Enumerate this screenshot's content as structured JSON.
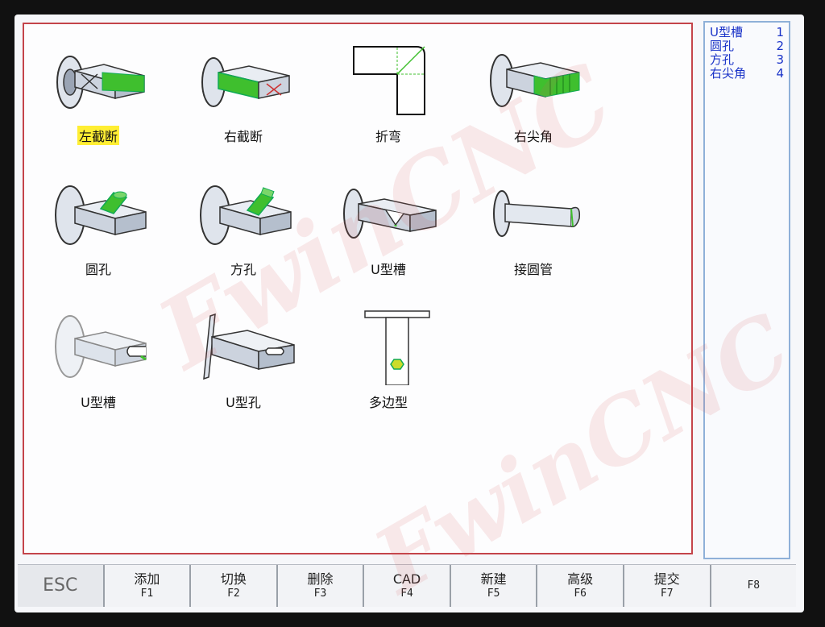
{
  "tools": [
    {
      "id": "left-cutoff",
      "label": "左截断",
      "selected": true,
      "icon": "left-cutoff-icon"
    },
    {
      "id": "right-cutoff",
      "label": "右截断",
      "selected": false,
      "icon": "right-cutoff-icon"
    },
    {
      "id": "bend",
      "label": "折弯",
      "selected": false,
      "icon": "bend-icon"
    },
    {
      "id": "right-sharp",
      "label": "右尖角",
      "selected": false,
      "icon": "right-sharp-corner-icon"
    },
    {
      "id": "round-hole",
      "label": "圆孔",
      "selected": false,
      "icon": "round-hole-icon"
    },
    {
      "id": "square-hole",
      "label": "方孔",
      "selected": false,
      "icon": "square-hole-icon"
    },
    {
      "id": "u-slot-1",
      "label": "U型槽",
      "selected": false,
      "icon": "u-slot-icon"
    },
    {
      "id": "round-pipe-joint",
      "label": "接圆管",
      "selected": false,
      "icon": "round-pipe-joint-icon"
    },
    {
      "id": "u-slot-2",
      "label": "U型槽",
      "selected": false,
      "icon": "u-slot-end-icon"
    },
    {
      "id": "u-hole",
      "label": "U型孔",
      "selected": false,
      "icon": "u-hole-icon"
    },
    {
      "id": "polygon",
      "label": "多边型",
      "selected": false,
      "icon": "polygon-icon"
    }
  ],
  "side_list": [
    {
      "name": "U型槽",
      "index": "1"
    },
    {
      "name": "圆孔",
      "index": "2"
    },
    {
      "name": "方孔",
      "index": "3"
    },
    {
      "name": "右尖角",
      "index": "4"
    }
  ],
  "fkeys": [
    {
      "label": "ESC",
      "key": ""
    },
    {
      "label": "添加",
      "key": "F1"
    },
    {
      "label": "切换",
      "key": "F2"
    },
    {
      "label": "删除",
      "key": "F3"
    },
    {
      "label": "CAD",
      "key": "F4"
    },
    {
      "label": "新建",
      "key": "F5"
    },
    {
      "label": "高级",
      "key": "F6"
    },
    {
      "label": "提交",
      "key": "F7"
    },
    {
      "label": "",
      "key": "F8"
    }
  ],
  "watermark_text": "FwinCNC",
  "colors": {
    "accent_green": "#3fbf2e",
    "panel_border": "#c4444a",
    "side_text": "#1a33c8",
    "selected_bg": "#ffee33"
  }
}
